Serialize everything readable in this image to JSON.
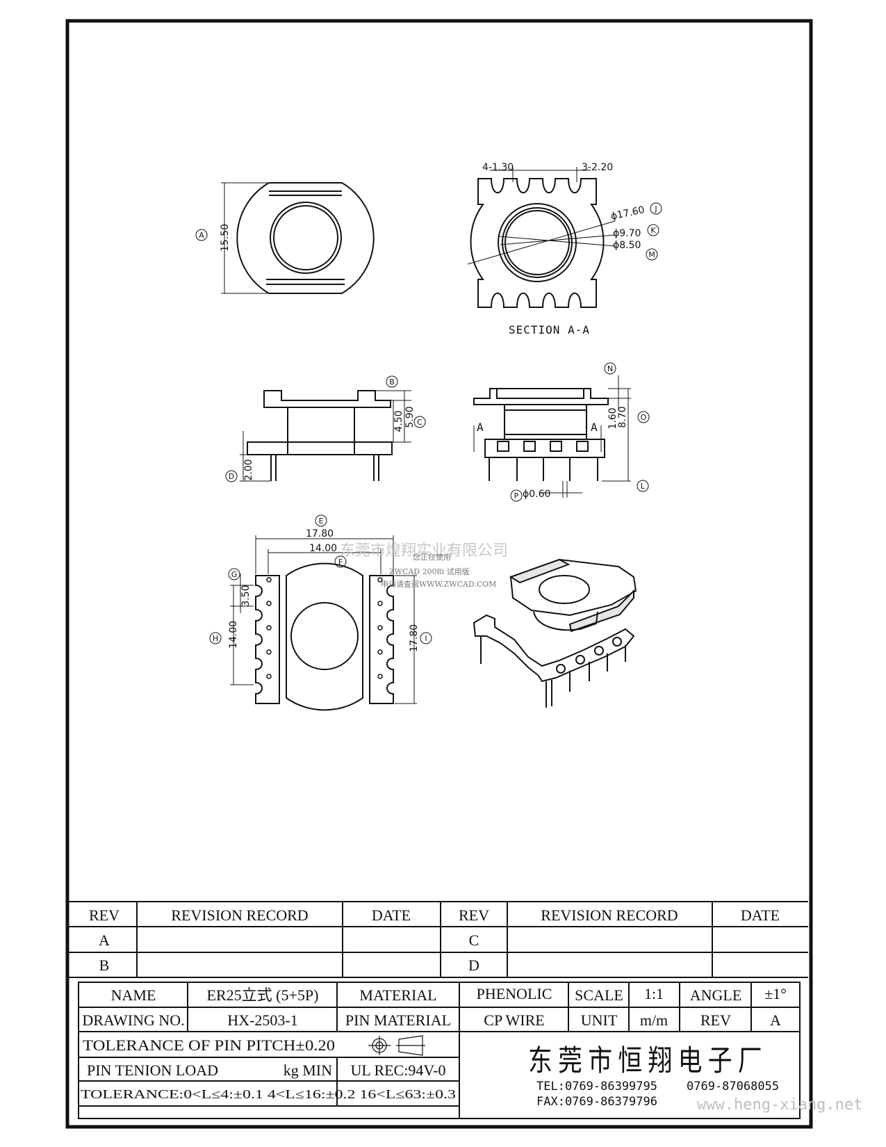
{
  "views": {
    "top": {
      "dim_height": "15.50",
      "bubble_A": "A"
    },
    "section": {
      "label": "SECTION A-A",
      "dim_slot_left": "4-1.30",
      "dim_slot_right": "3-2.20",
      "dia_outer": "ϕ17.60",
      "dia_mid": "ϕ9.70",
      "dia_inner": "ϕ8.50",
      "bubble_J": "J",
      "bubble_K": "K",
      "bubble_M": "M"
    },
    "side": {
      "dim_b": "4.50",
      "dim_c": "5.90",
      "dim_d": "2.00",
      "bubble_B": "B",
      "bubble_C": "C",
      "bubble_D": "D"
    },
    "front": {
      "dim_n": "1.60",
      "dim_o": "8.70",
      "dim_pin": "ϕ0.60",
      "cut_left": "A",
      "cut_right": "A",
      "bubble_N": "N",
      "bubble_O": "O",
      "bubble_L": "L",
      "bubble_P": "P"
    },
    "bottom": {
      "dim_width": "17.80",
      "dim_inner": "14.00",
      "dim_pitch": "3.50",
      "dim_left_height": "14.00",
      "dim_right_height": "17.80",
      "bubble_E": "E",
      "bubble_F": "F",
      "bubble_G": "G",
      "bubble_H": "H",
      "bubble_I": "I"
    }
  },
  "watermark": {
    "company": "东莞市煌翔实业有限公司",
    "line1": "您正在使用",
    "line2": "ZWCAD 2008i 试用版",
    "line3": "申请请查阅WWW.ZWCAD.COM"
  },
  "revision_table": {
    "headers": [
      "REV",
      "REVISION RECORD",
      "DATE",
      "REV",
      "REVISION RECORD",
      "DATE"
    ],
    "rows": [
      [
        "A",
        "",
        "",
        "C",
        "",
        ""
      ],
      [
        "B",
        "",
        "",
        "D",
        "",
        ""
      ]
    ]
  },
  "title_block": {
    "name_label": "NAME",
    "name_value": "ER25立式 (5+5P)",
    "material_label": "MATERIAL",
    "material_value": "PHENOLIC",
    "scale_label": "SCALE",
    "scale_value": "1:1",
    "angle_label": "ANGLE",
    "angle_value": "±1°",
    "drawing_no_label": "DRAWING NO.",
    "drawing_no_value": "HX-2503-1",
    "pin_material_label": "PIN MATERIAL",
    "pin_material_value": "CP WIRE",
    "unit_label": "UNIT",
    "unit_value": "m/m",
    "rev_label": "REV",
    "rev_value": "A",
    "tolerance_pitch": "TOLERANCE OF PIN PITCH±0.20",
    "pin_tension_label": "PIN TENION LOAD",
    "pin_tension_unit": "kg MIN",
    "ul": "UL REC:94V-0",
    "tolerance_line": "TOLERANCE:0<L≤4:±0.1  4<L≤16:±0.2  16<L≤63:±0.3",
    "company": "东莞市恒翔电子厂",
    "tel": "TEL:0769-86399795",
    "tel2": "0769-87068055",
    "fax": "FAX:0769-86379796",
    "website": "www.heng-xiang.net"
  }
}
